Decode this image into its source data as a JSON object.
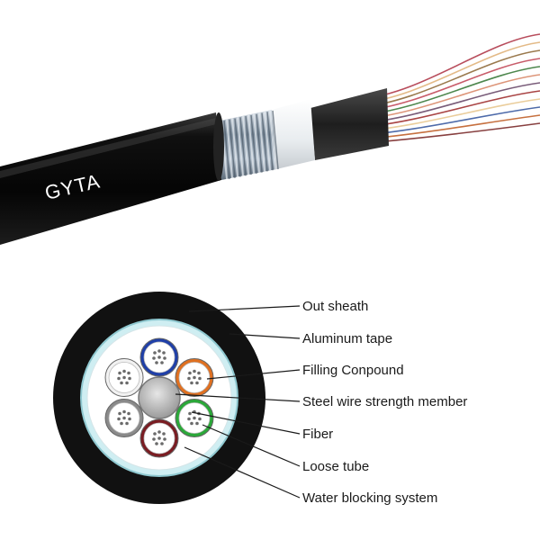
{
  "cable": {
    "brand_text": "GYTA",
    "sheath_color": "#0a0a0a",
    "armor_color": "#9aa9b8",
    "fiber_colors": [
      "#b03a4a",
      "#e0b27a",
      "#8f6a3a",
      "#c24a5a",
      "#3a7a3a",
      "#d98a6a",
      "#6a4a6a",
      "#a03030",
      "#e8c890",
      "#3a5aa0",
      "#c0602a",
      "#7a2a2a"
    ]
  },
  "cross_section": {
    "tube_colors": {
      "blue": "#1f3fa8",
      "orange": "#e07020",
      "green": "#2aa838",
      "brown": "#7a1c22",
      "gray": "#8a8a8a",
      "white": "#f2f2f2"
    },
    "labels": [
      "Out sheath",
      "Aluminum tape",
      "Filling Conpound",
      "Steel wire strength member",
      "Fiber",
      "Loose tube",
      "Water blocking system"
    ]
  }
}
